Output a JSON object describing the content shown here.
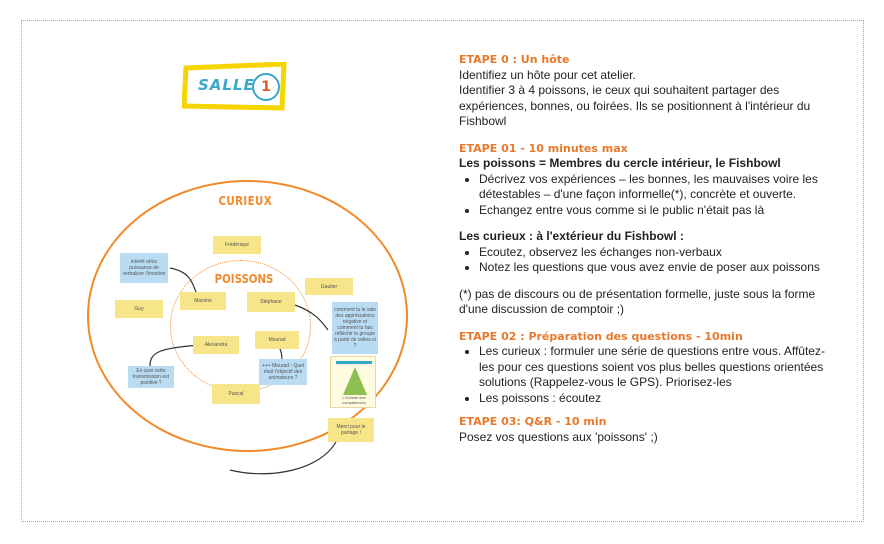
{
  "diagram": {
    "salle_label": "SALLE",
    "salle_number": "1",
    "curieux_label": "CURIEUX",
    "poissons_label": "POISSONS",
    "notes": {
      "frederique": "Frédérique",
      "guy": "Guy",
      "gautier": "Gautier",
      "maxime": "Maxime",
      "stephane": "Stéphane",
      "alexandra": "Alexandra",
      "mourad": "Mourad",
      "pascal": "Pascal",
      "blue1": "intérêt et/ou puissance de verbaliser l'émotion",
      "blue2": "comment tu le sais des appréciations négative et comment tu fais réfléchir le groupe à partir de celles-ci ?",
      "blue3": "En quoi cette transmission est positive ?",
      "blue4": "+++ Mourad - Quel était l'objectif des animateurs ?",
      "merci": "Merci pour le partage !",
      "poster_caption": "L'échelle des compétences"
    }
  },
  "etape0": {
    "title": "ETAPE 0 : Un hôte",
    "line1": "Identifiez un hôte pour cet atelier.",
    "line2": "Identifier 3 à 4 poissons, ie ceux qui souhaitent partager des expériences, bonnes, ou foirées. Ils se positionnent à l'intérieur du Fishbowl"
  },
  "etape1": {
    "title": "ETAPE 01 - 10 minutes max",
    "poissons_heading": "Les poissons = Membres du cercle intérieur, le Fishbowl",
    "poissons_items": [
      "Décrivez vos expériences – les bonnes, les mauvaises voire les détestables – d'une façon informelle(*), concrète et ouverte.",
      "Echangez entre vous comme si le public n'était pas là"
    ],
    "curieux_heading": "Les curieux : à l'extérieur du Fishbowl :",
    "curieux_items": [
      "Ecoutez, observez les échanges non-verbaux",
      "Notez les questions que vous avez  envie de poser aux poissons"
    ],
    "footnote": "(*) pas de discours ou de présentation formelle, juste sous la forme d'une discussion de comptoir ;)"
  },
  "etape2": {
    "title": "ETAPE 02 : Préparation des questions  - 10min",
    "items": [
      "Les curieux : formuler une série de questions entre vous. Affûtez-les pour ces questions soient vos plus belles questions orientées solutions (Rappelez-vous le GPS). Priorisez-les",
      "Les poissons : écoutez"
    ]
  },
  "etape3": {
    "title": "ETAPE 03: Q&R - 10 min",
    "line": "Posez vos questions aux 'poissons' ;)"
  },
  "colors": {
    "accent_orange": "#e8782a",
    "sticky_yellow": "#f7e58a",
    "sticky_blue": "#b9dcf3",
    "salle_blue": "#3aa6c9"
  }
}
